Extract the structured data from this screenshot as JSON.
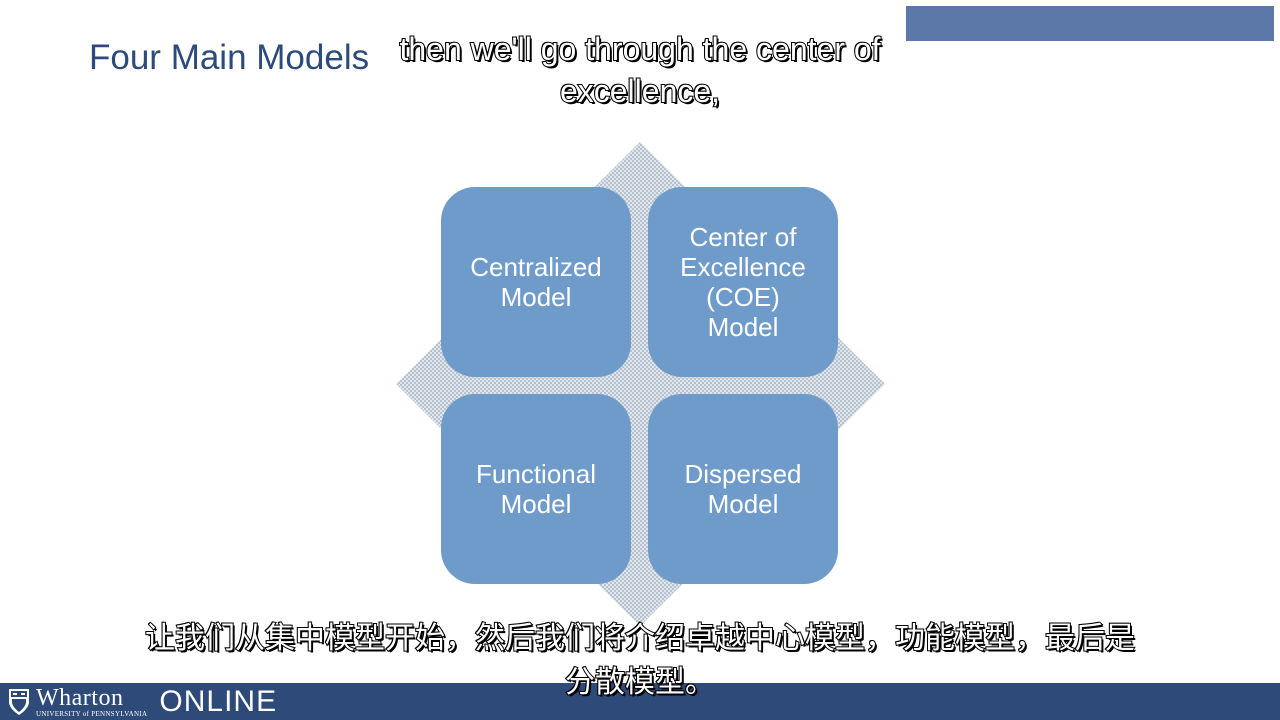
{
  "slide": {
    "title": "Four Main Models"
  },
  "subtitles": {
    "english": "then we'll go through the center of excellence,",
    "chinese": "让我们从集中模型开始，然后我们将介绍卓越中心模型，功能模型，最后是分散模型。"
  },
  "models": [
    {
      "label": "Centralized\nModel"
    },
    {
      "label": "Center of\nExcellence\n(COE)\nModel"
    },
    {
      "label": "Functional\nModel"
    },
    {
      "label": "Dispersed\nModel"
    }
  ],
  "footer": {
    "logo_word": "Wharton",
    "logo_sub": "UNIVERSITY of PENNSYLVANIA",
    "online": "ONLINE"
  },
  "colors": {
    "title": "#2c4a7c",
    "tile": "#6f9bcb",
    "diamond": "#c4cfd9",
    "footer": "#2e4a78",
    "top_band": "#5b78a8"
  }
}
